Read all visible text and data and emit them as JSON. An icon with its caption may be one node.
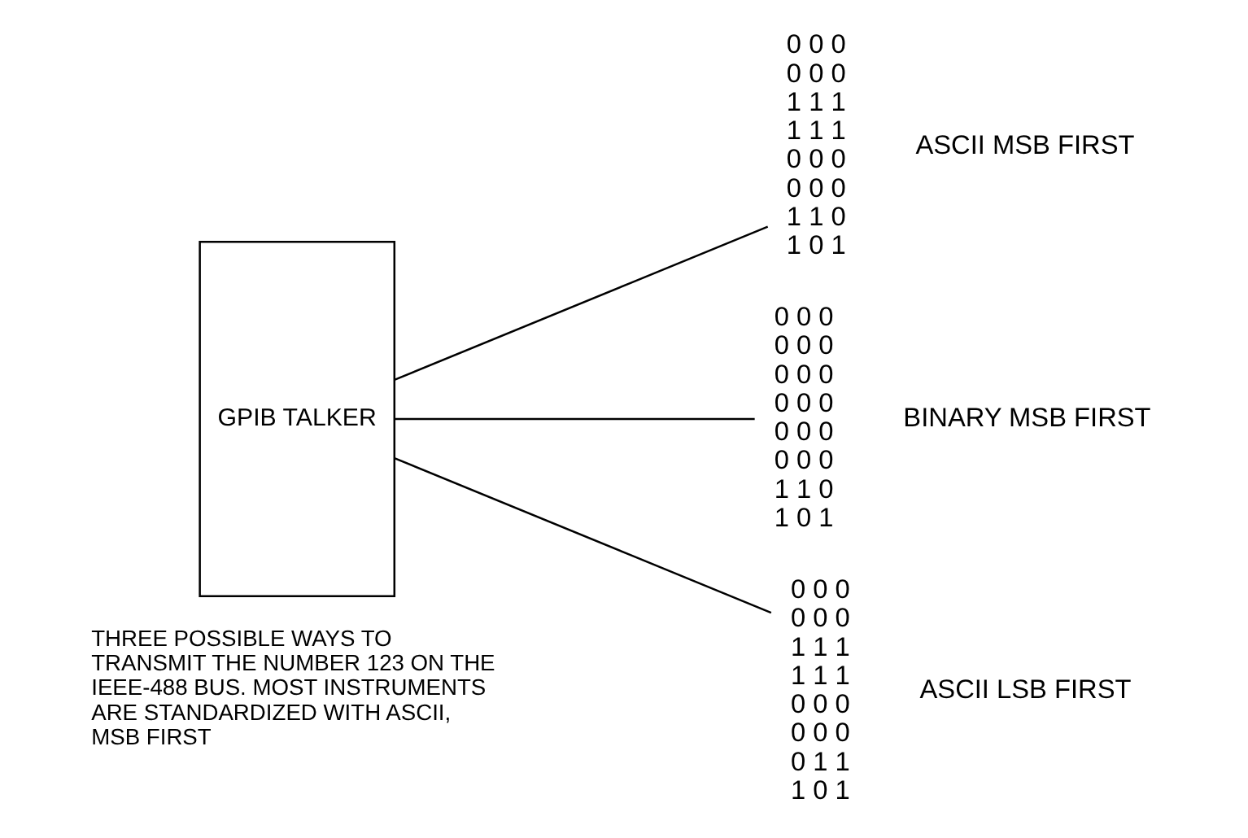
{
  "diagram": {
    "nodes": [
      {
        "text": [
          "GPIB TALKER"
        ]
      },
      {
        "text": [
          "0 0 0",
          "0 0 0",
          "1 1 1",
          "1 1 1",
          "0 0 0",
          "0 0 0",
          "1 1 0",
          "1 0 1"
        ],
        "beside": [
          "ASCII MSB FIRST"
        ]
      },
      {
        "text": [
          "0 0 0",
          "0 0 0",
          "0 0 0",
          "0 0 0",
          "0 0 0",
          "0 0 0",
          "1 1 0",
          "1 0 1"
        ],
        "beside": [
          "BINARY MSB FIRST"
        ]
      },
      {
        "text": [
          "0 0 0",
          "0 0 0",
          "1 1 1",
          "1 1 1",
          "0 0 0",
          "0 0 0",
          "0 1 1",
          "1 0 1"
        ],
        "beside": [
          "ASCII LSB FIRST"
        ]
      }
    ],
    "edges": [
      {
        "from": 0,
        "to": 1,
        "arrow": "none"
      },
      {
        "from": 0,
        "to": 2,
        "arrow": "none"
      },
      {
        "from": 0,
        "to": 3,
        "arrow": "none"
      }
    ],
    "labels": [
      "THREE POSSIBLE WAYS TO TRANSMIT THE NUMBER 123 ON THE IEEE-488 BUS. MOST INSTRUMENTS ARE STANDARDIZED WITH ASCII, MSB FIRST"
    ]
  }
}
